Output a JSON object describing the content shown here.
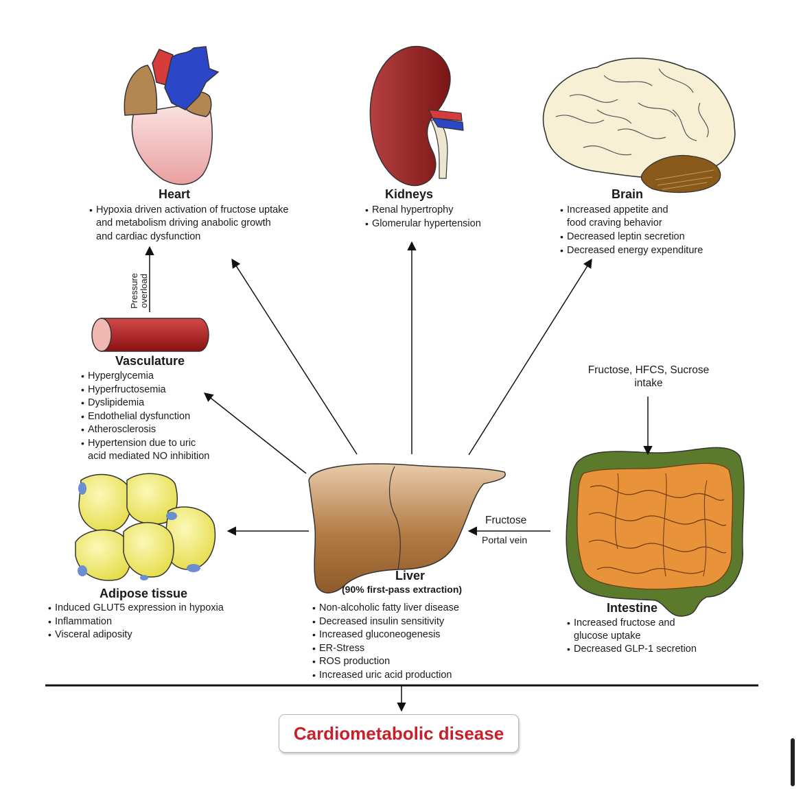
{
  "organs": {
    "heart": {
      "title": "Heart",
      "items": [
        "Hypoxia driven activation of fructose uptake",
        "and metabolism driving anabolic growth",
        "and cardiac dysfunction"
      ]
    },
    "kidneys": {
      "title": "Kidneys",
      "items": [
        "Renal hypertrophy",
        "Glomerular hypertension"
      ]
    },
    "brain": {
      "title": "Brain",
      "items": [
        "Increased appetite and",
        "food craving behavior",
        "Decreased leptin secretion",
        "Decreased energy expenditure"
      ]
    },
    "vasculature": {
      "title": "Vasculature",
      "items": [
        "Hyperglycemia",
        "Hyperfructosemia",
        "Dyslipidemia",
        "Endothelial dysfunction",
        "Atherosclerosis",
        "Hypertension due to uric",
        "acid mediated NO inhibition"
      ]
    },
    "adipose": {
      "title": "Adipose tissue",
      "items": [
        "Induced GLUT5 expression in hypoxia",
        "Inflammation",
        "Visceral adiposity"
      ]
    },
    "liver": {
      "title": "Liver",
      "subtitle": "(90% first-pass extraction)",
      "items": [
        "Non-alcoholic fatty liver disease",
        "Decreased insulin sensitivity",
        "Increased gluconeogenesis",
        "ER-Stress",
        "ROS production",
        "Increased uric acid production"
      ]
    },
    "intestine": {
      "title": "Intestine",
      "items": [
        "Increased fructose and",
        "glucose uptake",
        "Decreased GLP-1 secretion"
      ]
    }
  },
  "labels": {
    "pressure_overload": [
      "Pressure",
      "overload"
    ],
    "intake": [
      "Fructose, HFCS, Sucrose",
      "intake"
    ],
    "fructose": "Fructose",
    "portal_vein": "Portal vein"
  },
  "outcome": "Cardiometabolic disease",
  "colors": {
    "outcome_text": "#c8202a",
    "liver": "#a9713c",
    "kidney": "#8e1f1f",
    "adipocyte": "#f4ee78",
    "intestine": "#e8923a",
    "intestine_border": "#5b7a2e",
    "vessel": "#b01c1c"
  }
}
